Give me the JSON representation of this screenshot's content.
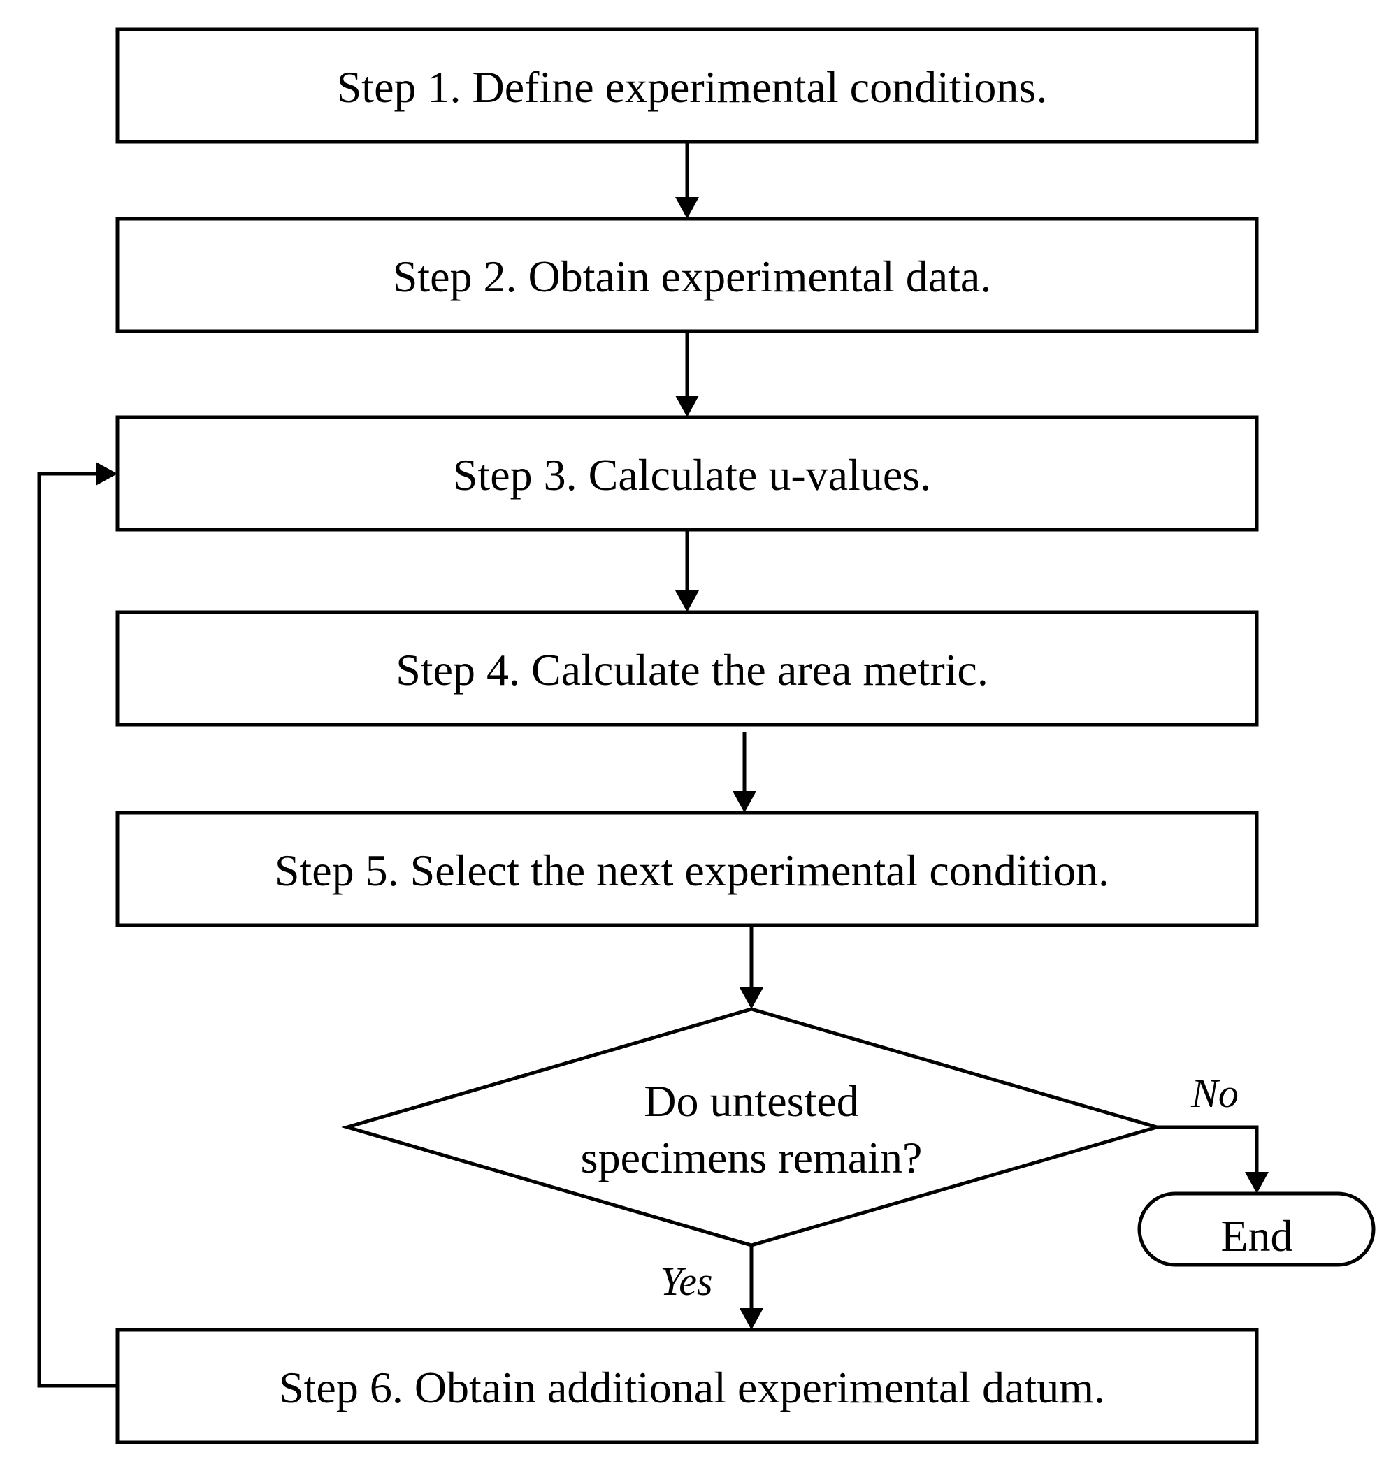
{
  "steps": {
    "step1": "Step 1. Define experimental conditions.",
    "step2": "Step 2. Obtain experimental data.",
    "step3": "Step 3. Calculate u-values.",
    "step4": "Step 4. Calculate the area metric.",
    "step5": "Step 5. Select the next experimental condition.",
    "step6": "Step 6. Obtain additional experimental datum."
  },
  "decision": {
    "line1": "Do untested",
    "line2": "specimens remain?"
  },
  "branches": {
    "no": "No",
    "yes": "Yes"
  },
  "terminal": {
    "end": "End"
  }
}
